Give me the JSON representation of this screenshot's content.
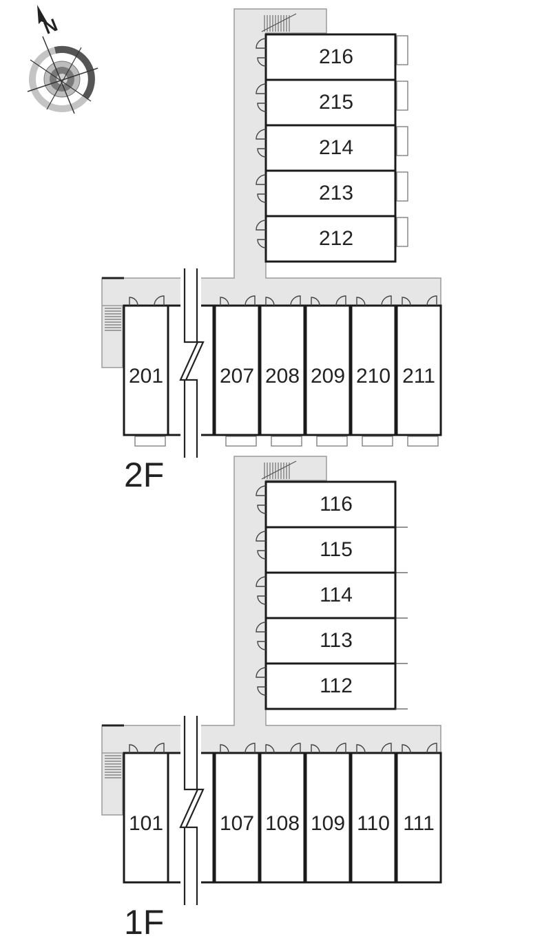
{
  "compass": {
    "north_label": "N"
  },
  "colors": {
    "walkway": "#e6e6e6",
    "wall": "#1a1a1a",
    "text": "#222222"
  },
  "floors": [
    {
      "label": "2F",
      "wing_rooms": [
        "216",
        "215",
        "214",
        "213",
        "212"
      ],
      "row_rooms": [
        "201",
        "207",
        "208",
        "209",
        "210",
        "211"
      ]
    },
    {
      "label": "1F",
      "wing_rooms": [
        "116",
        "115",
        "114",
        "113",
        "112"
      ],
      "row_rooms": [
        "101",
        "107",
        "108",
        "109",
        "110",
        "111"
      ]
    }
  ]
}
